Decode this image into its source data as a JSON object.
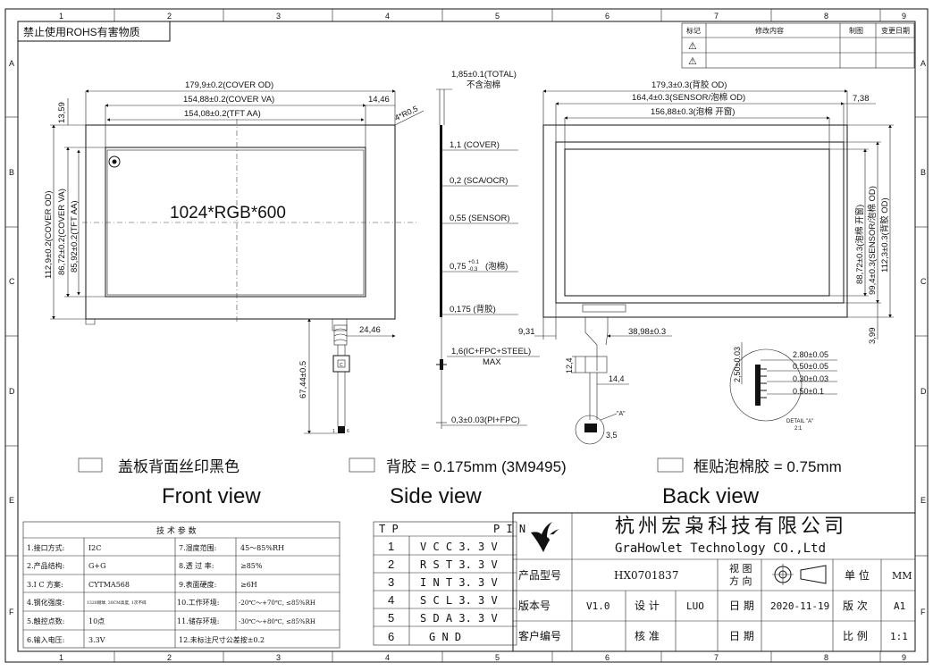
{
  "frame": {
    "col_labels": [
      "1",
      "2",
      "3",
      "4",
      "5",
      "6",
      "7",
      "8",
      "9"
    ],
    "row_labels": [
      "A",
      "B",
      "C",
      "D",
      "E",
      "F"
    ],
    "rohs_note": "禁止使用ROHS有害物质"
  },
  "revision_table": {
    "headers": [
      "标记",
      "修改内容",
      "制图",
      "变更日期"
    ],
    "marks": [
      "⚠",
      "⚠"
    ]
  },
  "front_view": {
    "cover_od_w": "179,9±0.2(COVER OD)",
    "cover_va_w": "154,88±0.2(COVER VA)",
    "tft_aa_w": "154,08±0.2(TFT AA)",
    "right_border": "14,46",
    "corner_radius": "4*R0,5",
    "top_border": "13,59",
    "cover_od_h": "112,9±0.2(COVER OD)",
    "cover_va_h": "86,72±0.2(COVER VA)",
    "tft_aa_h": "85,92±0.2(TFT AA)",
    "resolution": "1024*RGB*600",
    "fpc_offset": "24,46",
    "fpc_length": "67,44±0.5",
    "pin_first": "1",
    "pin_last": "6",
    "chip_mark": "C"
  },
  "side_view": {
    "total": "1,85±0.1(TOTAL)",
    "total_note": "不含泡棉",
    "cover": "1,1 (COVER)",
    "sca": "0,2 (SCA/OCR)",
    "sensor": "0,55 (SENSOR)",
    "foam_base": "0,75",
    "foam_plus": "+0.1",
    "foam_minus": "-0.3",
    "foam_label": "(泡棉)",
    "backglue": "0,175 (背胶)",
    "ic_fpc": "1,6(IC+FPC+STEEL)",
    "ic_fpc_max": "MAX",
    "pi_fpc": "0,3±0.03(PI+FPC)"
  },
  "back_view": {
    "backglue_od_w": "179,3±0.3(背胶 OD)",
    "sensor_od_w": "164,4±0.3(SENSOR/泡棉 OD)",
    "foam_window_w": "156,88±0.3(泡棉 开窗)",
    "right_offset": "7,38",
    "foam_window_h": "88,72±0.3(泡棉 开窗)",
    "sensor_od_h": "99,4±0.3(SENSOR/泡棉 OD)",
    "backglue_od_h": "112,3±0.3(背胶 OD)",
    "bottom_offset": "3,99",
    "left_offset": "9,31",
    "fpc_offset": "38,98±0.3",
    "stiffener_h": "12,4",
    "fpc_w": "14,4",
    "fpc_tip": "3,5",
    "detail_ref": "\"A\"",
    "detail_title": "DETAIL \"A\"",
    "detail_scale": "2:1",
    "pitch_total": "2,50±0.03",
    "pin_pitch": "2.80±0.05",
    "pin_w1": "0.50±0.05",
    "pin_gap": "0.30±0.03",
    "pin_w2": "0.50±0.1"
  },
  "legend": [
    {
      "label": "盖板背面丝印黑色",
      "pattern": "hatch"
    },
    {
      "label": "背胶 = 0.175mm (3M9495)",
      "pattern": "fine"
    },
    {
      "label": "框贴泡棉胶 = 0.75mm",
      "pattern": "dense"
    }
  ],
  "views": {
    "front": "Front view",
    "side": "Side view",
    "back": "Back view"
  },
  "tech_params": {
    "title": "技 术 参 数",
    "rows": [
      [
        "1.接口方式:",
        "I2C",
        "7.湿度范围:",
        "45～85%RH"
      ],
      [
        "2.产品结构:",
        "G+G",
        "8.透 过 率:",
        "≥85%"
      ],
      [
        "3.I C 方案:",
        "CYTMA568",
        "9.表面硬度:",
        "≥6H"
      ],
      [
        "4.钢化强度:",
        "1320刚球, 30CM高度, 1次不碎",
        "10.工作环境:",
        "-20℃～+70℃, ≤85%RH"
      ],
      [
        "5.触控点数:",
        "10点",
        "11.储存环境:",
        "-30℃～+80℃, ≤85%RH"
      ],
      [
        "6.输入电压:",
        "3.3V",
        "12.未标注尺寸公差按±0.2",
        ""
      ]
    ]
  },
  "pin_table": {
    "head_left": "T P",
    "head_right": "P I N",
    "rows": [
      [
        "1",
        "V C C  3. 3 V"
      ],
      [
        "2",
        "R S T  3. 3 V"
      ],
      [
        "3",
        "I N T  3. 3 V"
      ],
      [
        "4",
        "S C L  3. 3 V"
      ],
      [
        "5",
        "S D A  3. 3 V"
      ],
      [
        "6",
        "G N D"
      ]
    ]
  },
  "title_block": {
    "company_cn": "杭州宏枭科技有限公司",
    "company_en": "GraHowlet Technology CO.,Ltd",
    "model_label": "产品型号",
    "model": "HX0701837",
    "view_dir_label": "视 图\n方 向",
    "unit_label": "单 位",
    "unit": "MM",
    "version_label": "版本号",
    "version": "V1.0",
    "design_label": "设 计",
    "designer": "LUO",
    "date_label": "日 期",
    "date": "2020-11-19",
    "edition_label": "版 次",
    "edition": "A1",
    "customer_label": "客户编号",
    "approve_label": "核 准",
    "date_label_2": "日 期",
    "scale_label": "比 例",
    "scale": "1:1"
  },
  "colors": {
    "ink": "#111111",
    "paper": "#ffffff"
  }
}
